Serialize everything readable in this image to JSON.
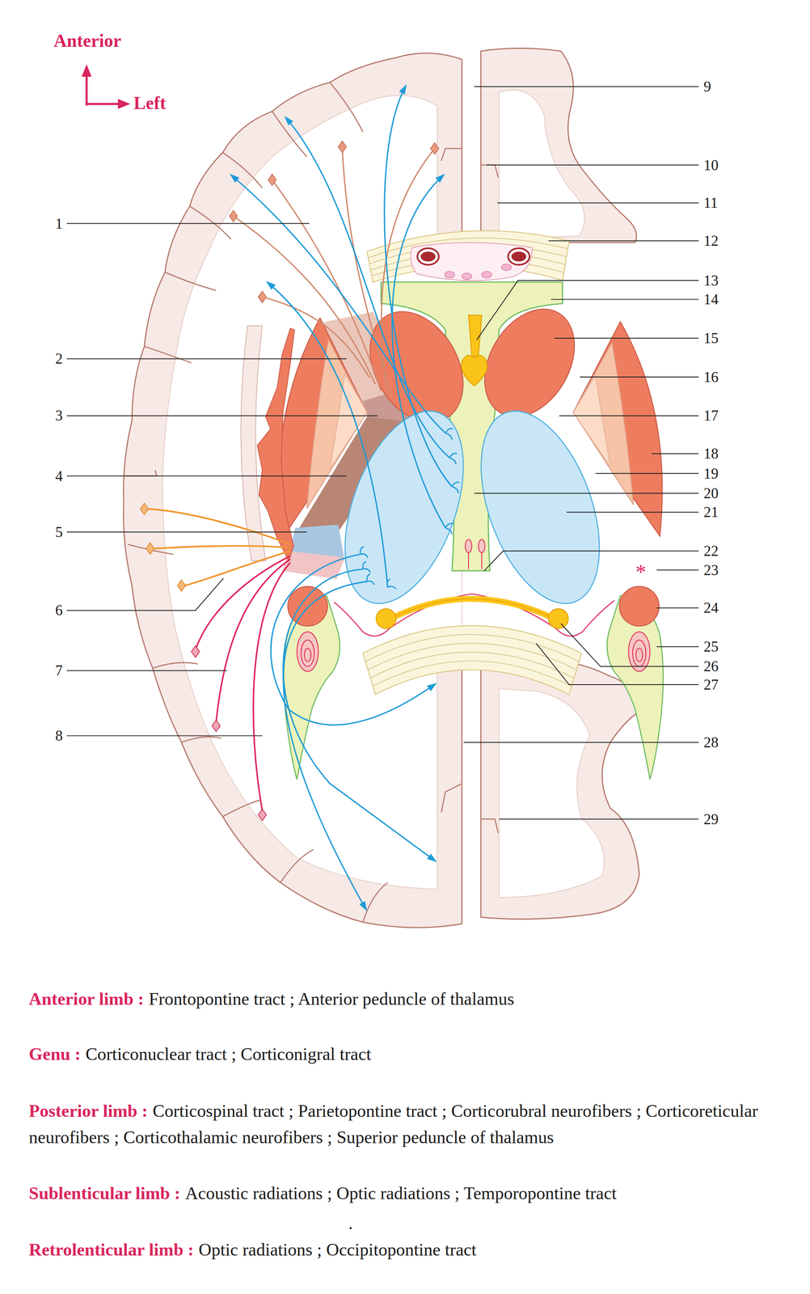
{
  "diagram": {
    "labels": [
      "Anterior",
      "Left",
      "9",
      "10",
      "11",
      "1",
      "12",
      "13",
      "14",
      "15",
      "2",
      "16",
      "3",
      "17",
      "18",
      "4",
      "19",
      "20",
      "21",
      "5",
      "22",
      "*",
      "23",
      "24",
      "6",
      "25",
      "26",
      "7",
      "27",
      "8",
      "28",
      "29",
      "Anterior limb :",
      "Frontopontine tract ; Anterior peduncle of thalamus",
      "Genu :",
      "Corticonuclear tract ; Corticonigral tract",
      "Posterior limb :",
      "Corticospinal tract ; Parietopontine tract ; Corticorubral neurofibers ; Corticoreticular neurofibers ; Corticothalamic neurofibers ; Superior peduncle of thalamus",
      "Sublenticular limb :",
      "Acoustic radiations ; Optic radiations ; Temporopontine tract",
      ".",
      "Retrolenticular limb :",
      "Optic radiations ; Occipitopontine tract"
    ]
  }
}
